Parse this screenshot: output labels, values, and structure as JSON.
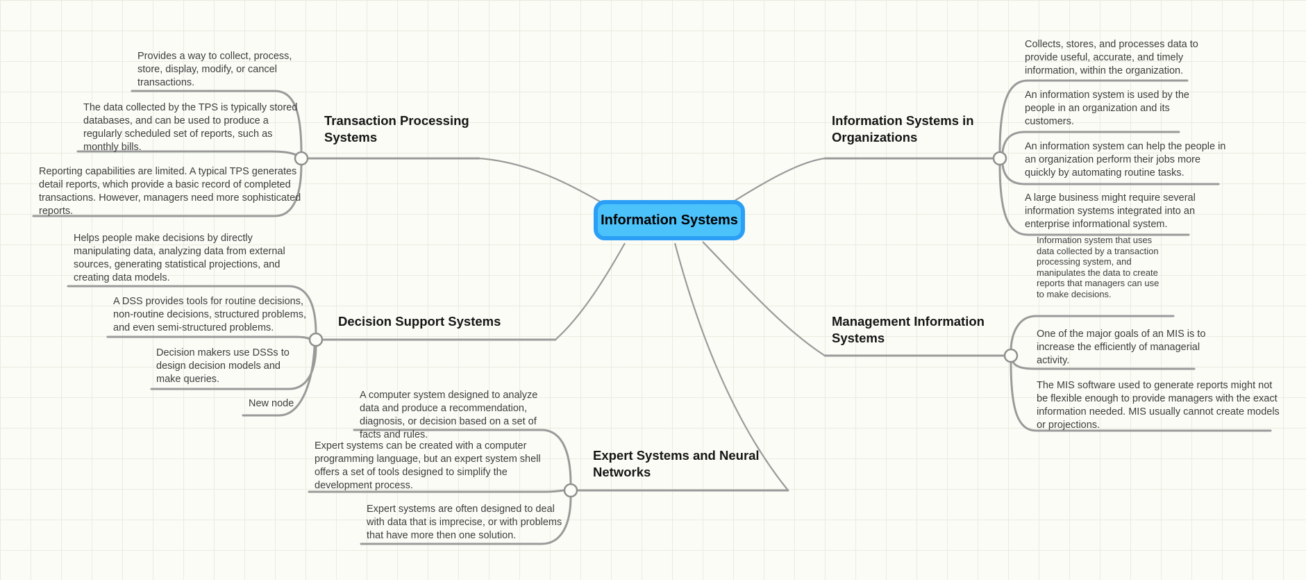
{
  "canvas": {
    "background_color": "#fbfcf6",
    "grid_color": "#e7edde",
    "connector_color": "#9a9a9a"
  },
  "root": {
    "label": "Information Systems",
    "fill_color": "#4cc2fa",
    "border_color": "#2b9ff5"
  },
  "branches": [
    {
      "label": "Transaction Processing Systems",
      "children": [
        "Provides a way to collect, process, store, display, modify, or cancel transactions.",
        "The data collected by the TPS is typically stored databases, and can be used to produce a regularly scheduled set of reports, such as monthly bills.",
        "Reporting capabilities are limited. A typical TPS generates detail reports, which provide a basic record of completed transactions. However, managers need more sophisticated reports."
      ]
    },
    {
      "label": "Information Systems in Organizations",
      "children": [
        "Collects, stores, and processes data to provide useful, accurate, and timely information, within the organization.",
        "An information system is used by the people in an organization and its customers.",
        "An information system can help the people in an organization perform their jobs more quickly by automating routine tasks.",
        "A large business might require several information systems integrated into an enterprise informational system."
      ]
    },
    {
      "label": "Decision Support Systems",
      "children": [
        "Helps people make decisions by directly manipulating data, analyzing data from external sources, generating statistical projections, and creating data models.",
        "A DSS provides tools for routine decisions, non-routine decisions, structured problems, and even semi-structured problems.",
        "Decision makers use DSSs to design decision models and make queries.",
        "New node"
      ]
    },
    {
      "label": "Management Information Systems",
      "children": [
        "Information system that uses data collected by a transaction processing system, and manipulates the data to create reports that managers can use to make decisions.",
        "One of the major goals of an MIS is to increase the efficiently of managerial activity.",
        "The MIS software used to generate reports might not be flexible enough to provide managers with the exact information needed. MIS usually cannot create models or projections."
      ]
    },
    {
      "label": "Expert Systems and Neural Networks",
      "children": [
        "A computer system designed to analyze data and produce a recommendation, diagnosis, or decision based on a set of facts and rules.",
        "Expert systems can be created with a computer programming language, but an expert system shell offers a set of tools designed to simplify the development process.",
        "Expert systems are often designed to deal with data that is imprecise, or with problems that have more then one solution."
      ]
    }
  ]
}
